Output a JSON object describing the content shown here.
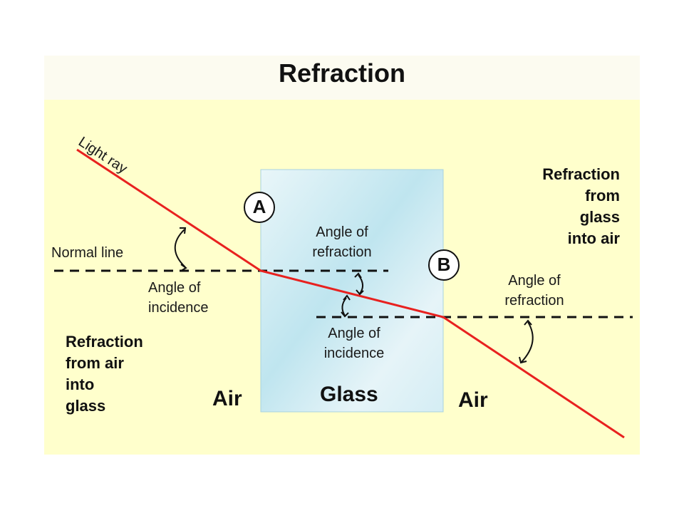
{
  "title": "Refraction",
  "light_ray": "Light ray",
  "normal_line": "Normal line",
  "point_a": "A",
  "point_b": "B",
  "left_angle_incidence": [
    "Angle of",
    "incidence"
  ],
  "glass_angle_refraction": [
    "Angle of",
    "refraction"
  ],
  "glass_angle_incidence": [
    "Angle of",
    "incidence"
  ],
  "right_angle_refraction": [
    "Angle of",
    "refraction"
  ],
  "air_to_glass": [
    "Refraction",
    "from air",
    "into",
    "glass"
  ],
  "glass_to_air": [
    "Refraction",
    "from",
    "glass",
    "into air"
  ],
  "medium_left": "Air",
  "medium_glass": "Glass",
  "medium_right": "Air",
  "colors": {
    "background": "#ffffcc",
    "title_band": "#fcfbf0",
    "ray": "#e8211f",
    "glass_light": "#e6f4f8",
    "glass_dark": "#8fcde0",
    "text": "#111111"
  }
}
